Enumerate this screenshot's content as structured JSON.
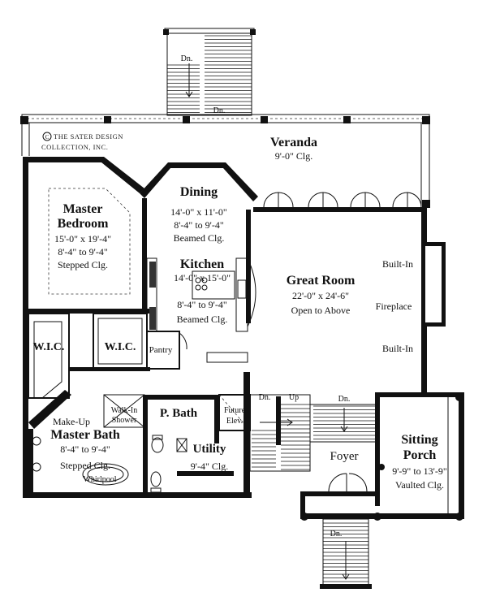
{
  "copyright": {
    "line1": "THE SATER DESIGN",
    "line2": "COLLECTION, INC.",
    "symbol": "C"
  },
  "rooms": {
    "veranda": {
      "name": "Veranda",
      "dims": "9'-0\" Clg."
    },
    "master_bedroom": {
      "name_line1": "Master",
      "name_line2": "Bedroom",
      "dims": "15'-0\" x 19'-4\"",
      "ceiling1": "8'-4\" to 9'-4\"",
      "ceiling2": "Stepped Clg."
    },
    "dining": {
      "name": "Dining",
      "dims": "14'-0\" x 11'-0\"",
      "ceiling1": "8'-4\" to 9'-4\"",
      "ceiling2": "Beamed Clg."
    },
    "kitchen": {
      "name": "Kitchen",
      "dims": "14'-0\" x 15'-0\"",
      "ceiling1": "8'-4\" to 9'-4\"",
      "ceiling2": "Beamed Clg."
    },
    "great_room": {
      "name": "Great Room",
      "dims": "22'-0\" x 24'-6\"",
      "ceiling": "Open to Above"
    },
    "built_in_top": "Built-In",
    "built_in_bottom": "Built-In",
    "fireplace": "Fireplace",
    "wic_left": "W.I.C.",
    "wic_right": "W.I.C.",
    "pantry": "Pantry",
    "makeup": "Make-Up",
    "master_bath": {
      "name": "Master Bath",
      "ceiling1": "8'-4\" to 9'-4\"",
      "ceiling2": "Stepped Clg."
    },
    "whirlpool": "Whirlpool",
    "walk_in_shower_line1": "Walk-In",
    "walk_in_shower_line2": "Shower",
    "p_bath": "P. Bath",
    "future_elev_line1": "Future",
    "future_elev_line2": "Elev.",
    "utility": {
      "name": "Utility",
      "ceiling": "9'-4\" Clg."
    },
    "foyer": "Foyer",
    "sitting_porch": {
      "name_line1": "Sitting",
      "name_line2": "Porch",
      "ceiling1": "9'-9\" to 13'-9\"",
      "ceiling2": "Vaulted Clg."
    }
  },
  "stairs": {
    "top_dn": "Dn.",
    "top_dn2": "Dn.",
    "center_dn": "Dn.",
    "center_up": "Up",
    "foyer_dn": "Dn.",
    "bottom_dn": "Dn."
  }
}
